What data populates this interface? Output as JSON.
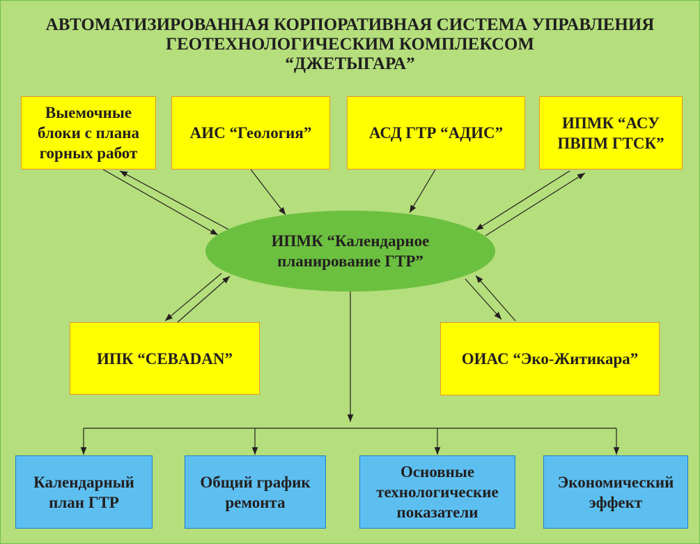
{
  "title": {
    "line1": "АВТОМАТИЗИРОВАННАЯ КОРПОРАТИВНАЯ СИСТЕМА УПРАВЛЕНИЯ",
    "line2": "ГЕОТЕХНОЛОГИЧЕСКИМ КОМПЛЕКСОМ",
    "line3": "“ДЖЕТЫГАРА”"
  },
  "top_boxes": [
    "Выемочные блоки с плана горных работ",
    "АИС “Геология”",
    "АСД ГТР “АДИС”",
    "ИПМК “АСУ ПВПМ ГТСК”"
  ],
  "center": "ИПМК “Календарное планирование ГТР”",
  "middle_boxes": [
    "ИПК “CEBADAN”",
    "ОИАС “Эко-Житикара”"
  ],
  "bottom_boxes": [
    "Календарный план ГТР",
    "Общий график ремонта",
    "Основные технологические показатели",
    "Экономический эффект"
  ],
  "colors": {
    "background": "#b5de7c",
    "source": "#ffff00",
    "center": "#6cc040",
    "output": "#5dbff0"
  }
}
